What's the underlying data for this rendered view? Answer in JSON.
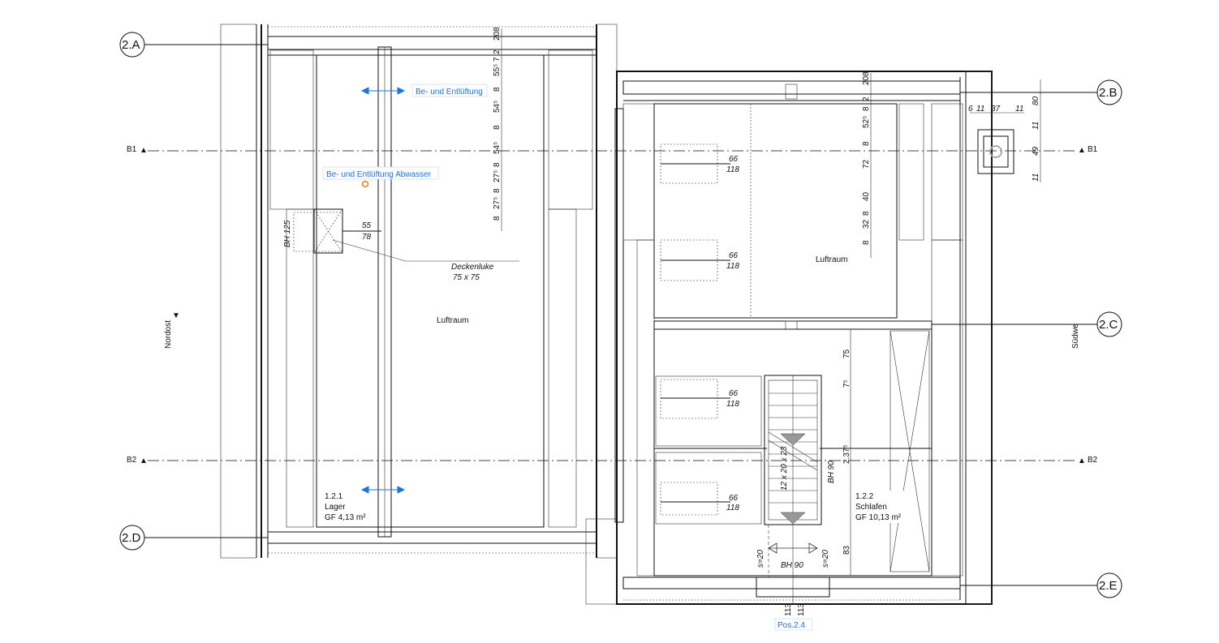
{
  "grid_labels": {
    "a": "2.A",
    "b": "2.B",
    "c": "2.C",
    "d": "2.D",
    "e": "2.E"
  },
  "sections": {
    "b1": "B1",
    "b2": "B2"
  },
  "orientation": {
    "left": "Nordost",
    "right": "Südwe"
  },
  "annotations": {
    "ventilation": "Be- und Entlüftung",
    "ventilation_waste": "Be- und Entlüftung Abwasser",
    "pos": "Pos.2.4"
  },
  "left_building": {
    "bh125": "BH 125",
    "opening_w": "55",
    "opening_h": "78",
    "hatch_label": "Deckenluke",
    "hatch_size": "75 x 75",
    "void_label": "Luftraum",
    "room_no": "1.2.1",
    "room_name": "Lager",
    "room_area": "GF 4,13 m²",
    "dims": [
      "20",
      "8",
      "2",
      "7",
      "55⁵",
      "8",
      "54⁵",
      "8",
      "54⁵",
      "8",
      "27⁵",
      "8",
      "27⁵",
      "8"
    ]
  },
  "right_building": {
    "void_label": "Luftraum",
    "windows": [
      {
        "w": "66",
        "h": "118"
      },
      {
        "w": "66",
        "h": "118"
      },
      {
        "w": "66",
        "h": "118"
      },
      {
        "w": "66",
        "h": "118"
      }
    ],
    "dims": [
      "20",
      "8",
      "2",
      "52⁵",
      "8",
      "8",
      "72",
      "40",
      "8",
      "32",
      "8"
    ],
    "chimney_dims_h": [
      "6",
      "11",
      "37",
      "11"
    ],
    "chimney_dims_v": [
      "80",
      "11",
      "49",
      "11"
    ],
    "stair": "12 x 20 x 23",
    "stair_bh": "BH 90",
    "stair_dims": [
      "75",
      "7⁵",
      "2.37⁵",
      "83"
    ],
    "s_left": "s=20",
    "s_right": "s=20",
    "door_bh": "BH 90",
    "door_dims": [
      "113",
      "113"
    ],
    "room_no": "1.2.2",
    "room_name": "Schlafen",
    "room_area": "GF 10,13 m²"
  }
}
